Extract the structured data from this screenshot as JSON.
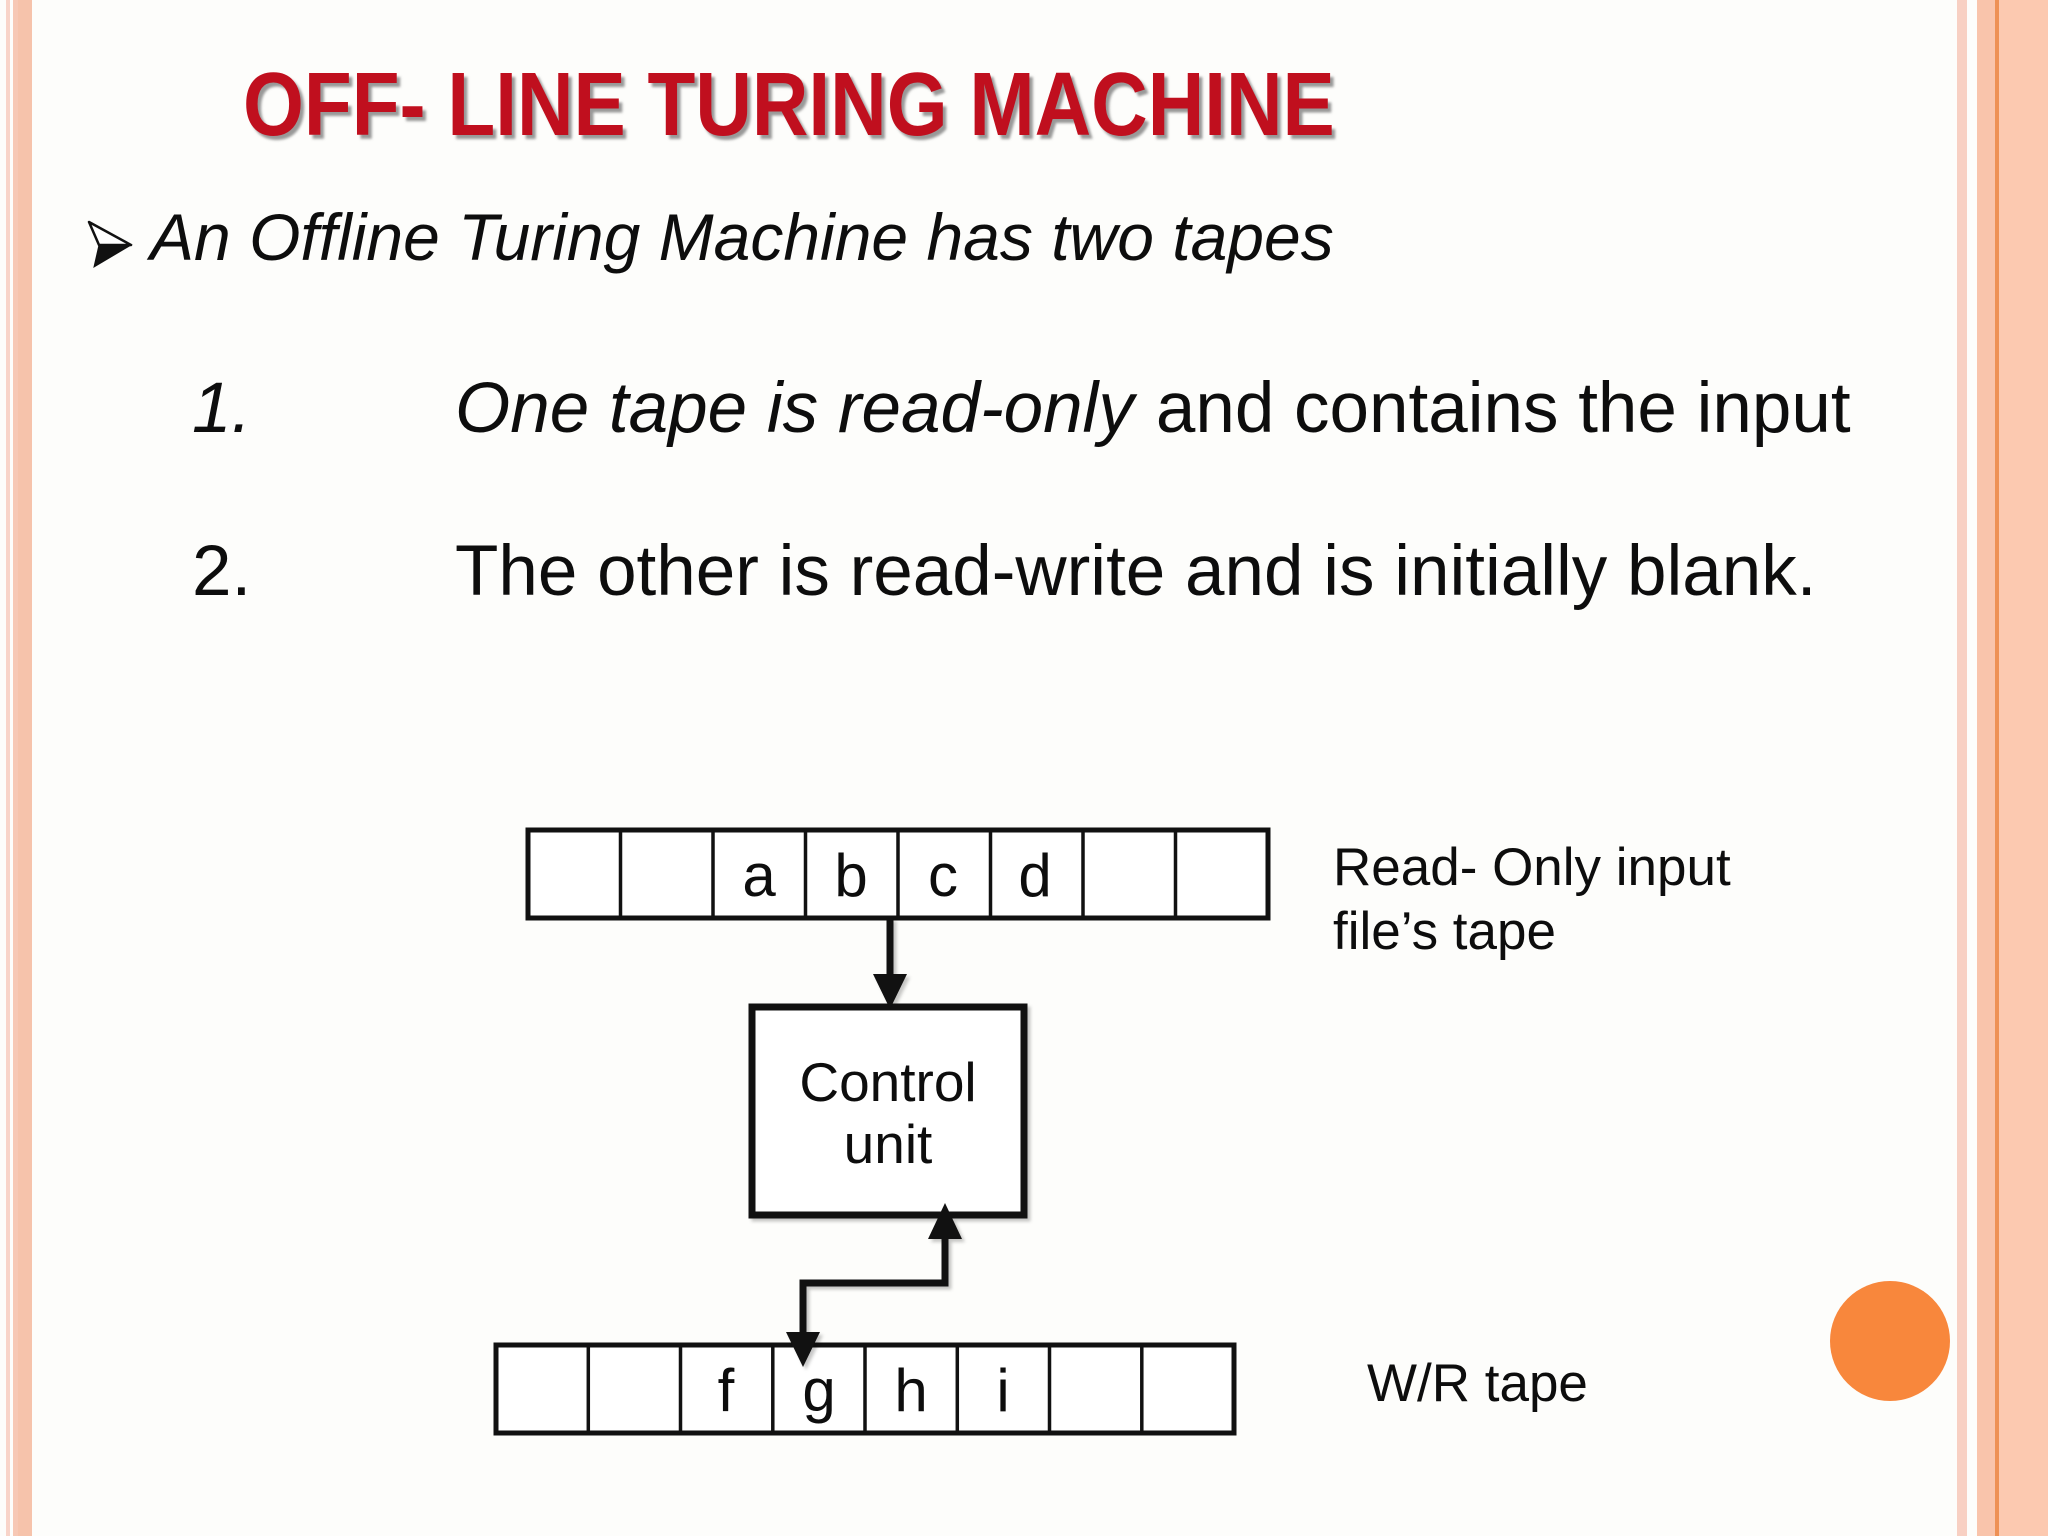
{
  "slide": {
    "title": "OFF- LINE TURING MACHINE",
    "bullet_text": "An Offline Turing Machine has two tapes",
    "items": [
      {
        "number": "1.",
        "emphasis": "One tape is read-only",
        "rest": "and contains the input"
      },
      {
        "number": "2.",
        "emphasis": "",
        "rest": "The other is read-write and is initially blank."
      }
    ]
  },
  "diagram": {
    "top_tape": {
      "cells": [
        "",
        "",
        "a",
        "b",
        "c",
        "d",
        "",
        ""
      ],
      "label_line1": "Read- Only input",
      "label_line2": "file’s tape"
    },
    "control_unit": {
      "line1": "Control",
      "line2": "unit"
    },
    "bottom_tape": {
      "cells": [
        "",
        "",
        "f",
        "g",
        "h",
        "i",
        "",
        ""
      ],
      "label": "W/R tape"
    }
  },
  "colors": {
    "title_red": "#c00f1e",
    "accent_circle_orange": "#f8873c",
    "border_pink_light": "#f8d4c9",
    "border_pink": "#f7c8b5",
    "border_peach_band": "#fcc9b0",
    "border_orange_line": "#ee9155",
    "ink": "#0d0d0d"
  }
}
